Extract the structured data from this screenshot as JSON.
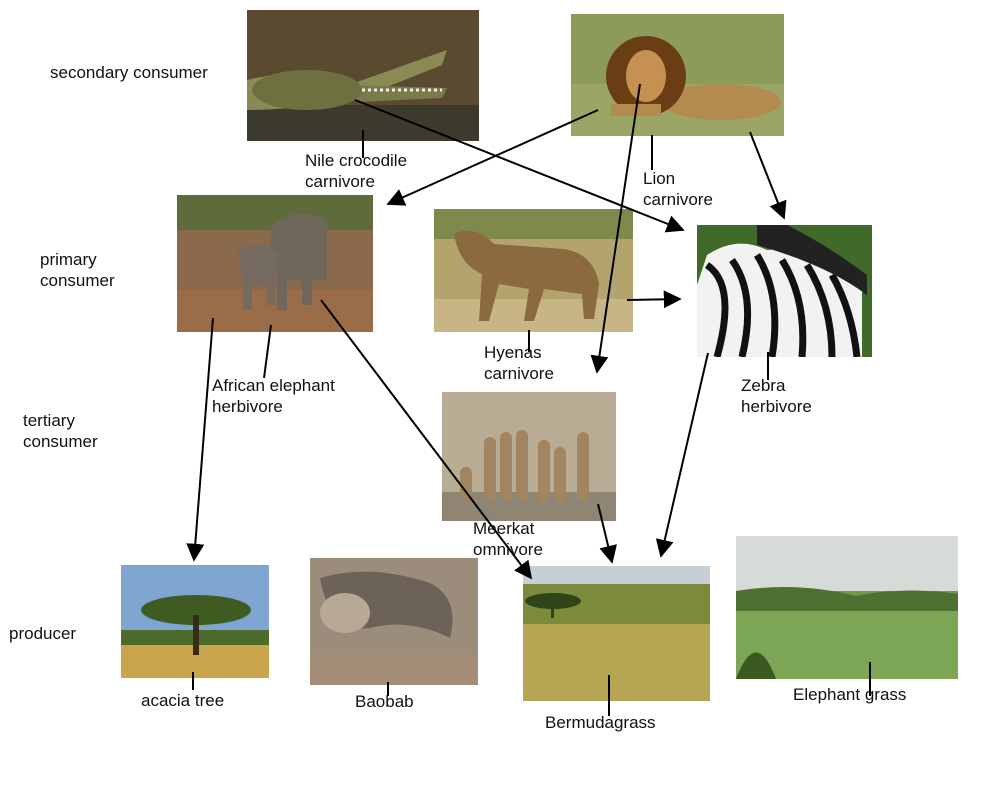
{
  "levels": {
    "secondary": "secondary consumer",
    "primary_line1": "primary",
    "primary_line2": "consumer",
    "tertiary_line1": "tertiary",
    "tertiary_line2": "consumer",
    "producer": "producer"
  },
  "organisms": {
    "crocodile": {
      "name": "Nile crocodile",
      "role": "carnivore"
    },
    "lion": {
      "name": "Lion",
      "role": "carnivore"
    },
    "elephant": {
      "name": "African elephant",
      "role": "herbivore"
    },
    "hyena": {
      "name": "Hyenas",
      "role": "carnivore"
    },
    "zebra": {
      "name": "Zebra",
      "role": "herbivore"
    },
    "meerkat": {
      "name": "Meerkat",
      "role": "omnivore"
    },
    "acacia": {
      "name": "acacia tree"
    },
    "baobab": {
      "name": "Baobab"
    },
    "bermuda": {
      "name": "Bermudagrass"
    },
    "elephantgrass": {
      "name": "Elephant grass"
    }
  }
}
